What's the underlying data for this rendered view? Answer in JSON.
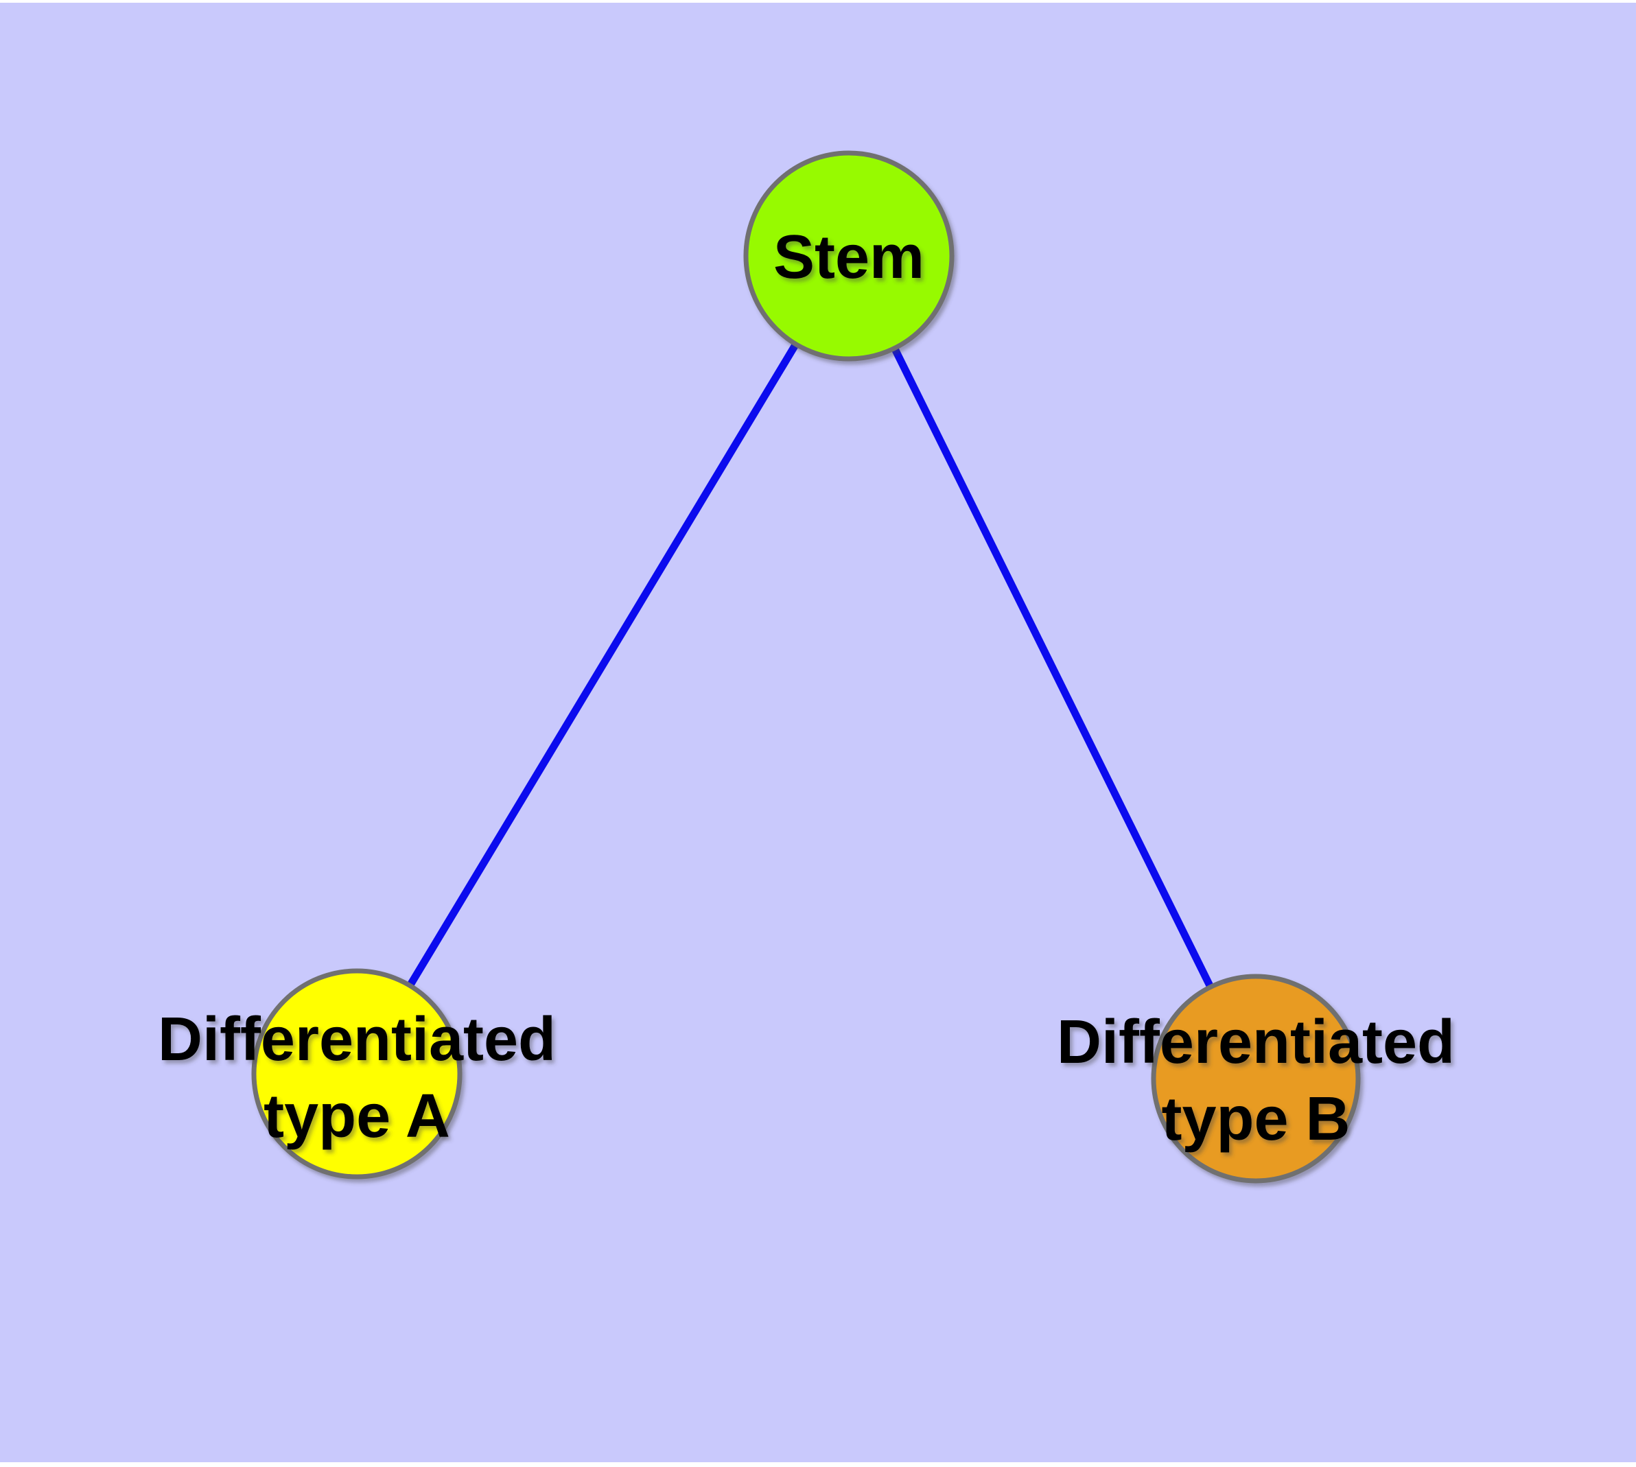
{
  "diagram": {
    "type": "node-link-graph",
    "background_color": "#C9C9FC",
    "page_color": "#FFFFFF",
    "edge_color": "#0B0BEE",
    "node_border_color": "#707070",
    "text_color": "#000000",
    "nodes": {
      "stem": {
        "label": "Stem",
        "color": "#97FA00"
      },
      "typeA": {
        "label": "Differentiated type A",
        "label_lines": [
          "Differentiated",
          "type A"
        ],
        "color": "#FFFF00"
      },
      "typeB": {
        "label": "Differentiated type B",
        "label_lines": [
          "Differentiated",
          "type B"
        ],
        "color": "#E89B20"
      }
    },
    "edges": [
      {
        "from": "Stem",
        "to": "Differentiated type A"
      },
      {
        "from": "Stem",
        "to": "Differentiated type B"
      }
    ]
  }
}
